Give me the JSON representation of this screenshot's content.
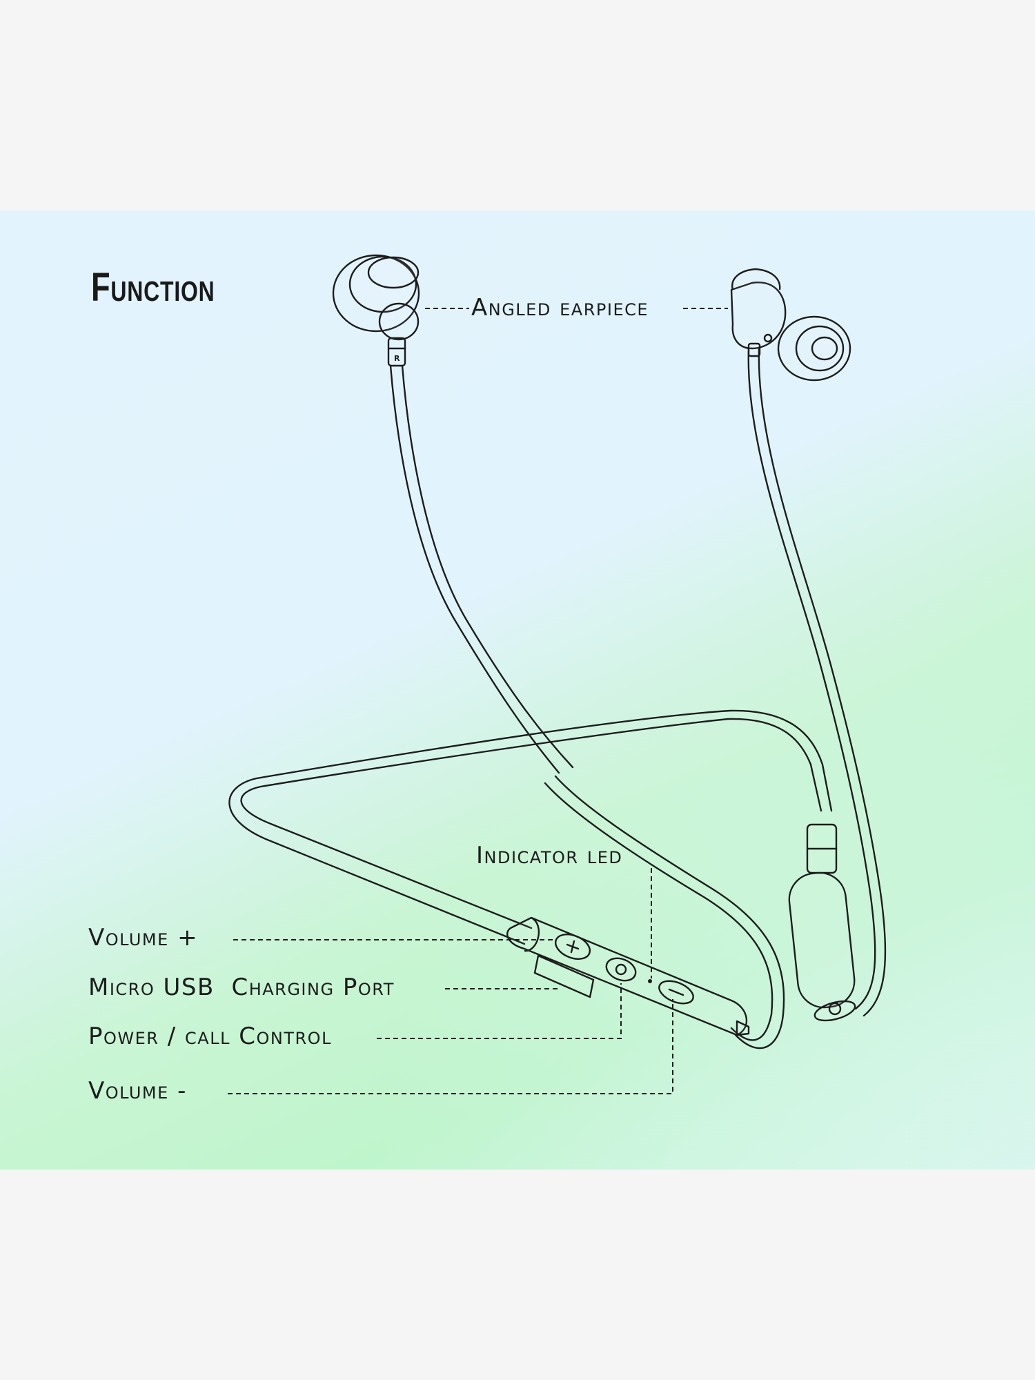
{
  "title": "Function",
  "labels": {
    "angled_earpiece": "Angled earpiece",
    "indicator_led": "Indicator led",
    "volume_plus": "Volume +",
    "micro_usb": "Micro USB  Charging Port",
    "power_call": "Power / call Control",
    "volume_minus": "Volume -"
  },
  "earpiece_marking": "R",
  "icons": [
    "earphone-right-icon",
    "earphone-left-icon",
    "volume-up-button-icon",
    "power-button-icon",
    "volume-down-button-icon"
  ]
}
